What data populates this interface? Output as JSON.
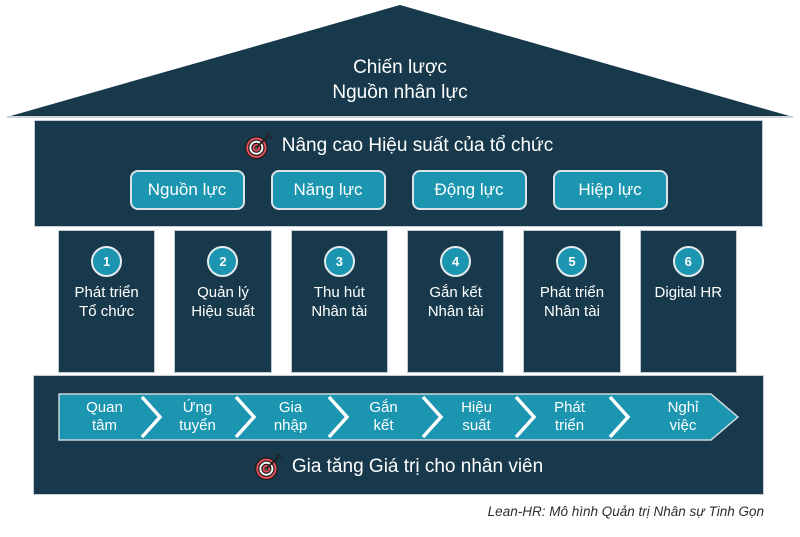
{
  "colors": {
    "navy": "#17394B",
    "teal": "#1B95B0",
    "border_light": "#C3CDD3",
    "target_red": "#F0525F",
    "text_on_dark": "#FFFFFF"
  },
  "roof": {
    "lines": [
      "Chiến lược",
      "Nguồn nhân lực"
    ]
  },
  "header_band": {
    "goal_icon": "target-icon",
    "goal": "Nâng cao Hiệu suất của tổ chức",
    "buttons": [
      {
        "label": "Nguồn lực"
      },
      {
        "label": "Năng lực"
      },
      {
        "label": "Động lực"
      },
      {
        "label": "Hiệp lực"
      }
    ]
  },
  "pillars": [
    {
      "number": "1",
      "lines": [
        "Phát triển",
        "Tổ chức"
      ]
    },
    {
      "number": "2",
      "lines": [
        "Quản lý",
        "Hiệu suất"
      ]
    },
    {
      "number": "3",
      "lines": [
        "Thu hút",
        "Nhân tài"
      ]
    },
    {
      "number": "4",
      "lines": [
        "Gắn kết",
        "Nhân tài"
      ]
    },
    {
      "number": "5",
      "lines": [
        "Phát triển",
        "Nhân tài"
      ]
    },
    {
      "number": "6",
      "lines": [
        "Digital HR"
      ]
    }
  ],
  "journey": {
    "steps": [
      {
        "lines": [
          "Quan",
          "tâm"
        ]
      },
      {
        "lines": [
          "Ứng",
          "tuyển"
        ]
      },
      {
        "lines": [
          "Gia",
          "nhập"
        ]
      },
      {
        "lines": [
          "Gắn",
          "kết"
        ]
      },
      {
        "lines": [
          "Hiệu",
          "suất"
        ]
      },
      {
        "lines": [
          "Phát",
          "triển"
        ]
      },
      {
        "lines": [
          "Nghỉ",
          "việc"
        ]
      }
    ],
    "goal_icon": "target-icon",
    "goal": "Gia tăng Giá trị cho nhân viên"
  },
  "footer": {
    "caption": "Lean-HR: Mô hình Quản trị Nhân sự Tinh Gọn"
  }
}
